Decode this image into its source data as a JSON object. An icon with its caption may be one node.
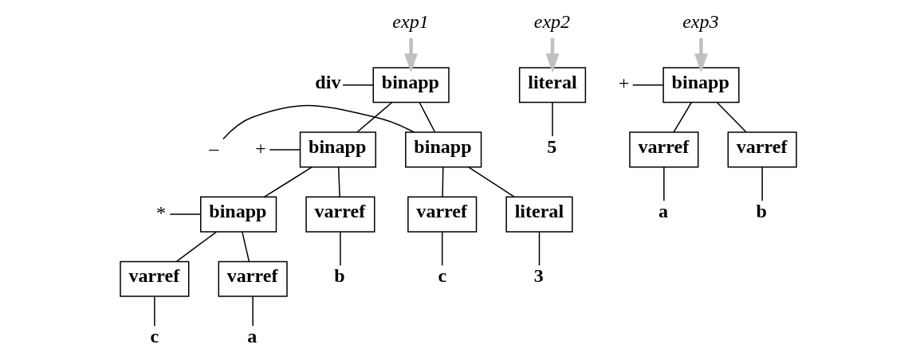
{
  "diagram": {
    "nodes": [
      {
        "text": [
          "exp1"
        ]
      },
      {
        "text": [
          "exp2"
        ]
      },
      {
        "text": [
          "exp3"
        ]
      },
      {
        "text": [
          "div"
        ]
      },
      {
        "text": [
          "binapp"
        ]
      },
      {
        "text": [
          "literal"
        ]
      },
      {
        "text": [
          "5"
        ]
      },
      {
        "text": [
          "+"
        ]
      },
      {
        "text": [
          "binapp"
        ]
      },
      {
        "text": [
          "+"
        ]
      },
      {
        "text": [
          "binapp"
        ]
      },
      {
        "text": [
          "–"
        ]
      },
      {
        "text": [
          "binapp"
        ]
      },
      {
        "text": [
          "varref"
        ]
      },
      {
        "text": [
          "*"
        ]
      },
      {
        "text": [
          "binapp"
        ]
      },
      {
        "text": [
          "literal"
        ]
      },
      {
        "text": [
          "varref"
        ]
      },
      {
        "text": [
          "varref"
        ]
      },
      {
        "text": [
          "varref"
        ]
      },
      {
        "text": [
          "b"
        ]
      },
      {
        "text": [
          "3"
        ]
      },
      {
        "text": [
          "c"
        ]
      },
      {
        "text": [
          "a"
        ]
      },
      {
        "text": [
          "b"
        ]
      },
      {
        "text": [
          "varref"
        ]
      },
      {
        "text": [
          "varref"
        ]
      },
      {
        "text": [
          "c"
        ]
      },
      {
        "text": [
          "a"
        ]
      }
    ],
    "edges": [
      {
        "from": 0,
        "to": 4,
        "arrow": "to",
        "style": "thick",
        "color": "#c0c0c0"
      },
      {
        "from": 1,
        "to": 5,
        "arrow": "to",
        "style": "thick",
        "color": "#c0c0c0"
      },
      {
        "from": 2,
        "to": 8,
        "arrow": "to",
        "style": "thick",
        "color": "#c0c0c0"
      },
      {
        "from": 3,
        "to": 4,
        "arrow": "none"
      },
      {
        "from": 4,
        "to": 10,
        "arrow": "none"
      },
      {
        "from": 4,
        "to": 12,
        "arrow": "none"
      },
      {
        "from": 5,
        "to": 6,
        "arrow": "none"
      },
      {
        "from": 7,
        "to": 8,
        "arrow": "none"
      },
      {
        "from": 8,
        "to": 18,
        "arrow": "none"
      },
      {
        "from": 8,
        "to": 19,
        "arrow": "none"
      },
      {
        "from": 9,
        "to": 10,
        "arrow": "none"
      },
      {
        "from": 10,
        "to": 13,
        "arrow": "none"
      },
      {
        "from": 10,
        "to": 15,
        "arrow": "none"
      },
      {
        "from": 11,
        "to": 12,
        "arrow": "none"
      },
      {
        "from": 12,
        "to": 16,
        "arrow": "none"
      },
      {
        "from": 12,
        "to": 17,
        "arrow": "none"
      },
      {
        "from": 13,
        "to": 20,
        "arrow": "none"
      },
      {
        "from": 14,
        "to": 15,
        "arrow": "none"
      },
      {
        "from": 15,
        "to": 25,
        "arrow": "none"
      },
      {
        "from": 15,
        "to": 26,
        "arrow": "none"
      },
      {
        "from": 16,
        "to": 21,
        "arrow": "none"
      },
      {
        "from": 17,
        "to": 22,
        "arrow": "none"
      },
      {
        "from": 18,
        "to": 23,
        "arrow": "none"
      },
      {
        "from": 19,
        "to": 24,
        "arrow": "none"
      },
      {
        "from": 25,
        "to": 27,
        "arrow": "none"
      },
      {
        "from": 26,
        "to": 28,
        "arrow": "none"
      }
    ]
  }
}
